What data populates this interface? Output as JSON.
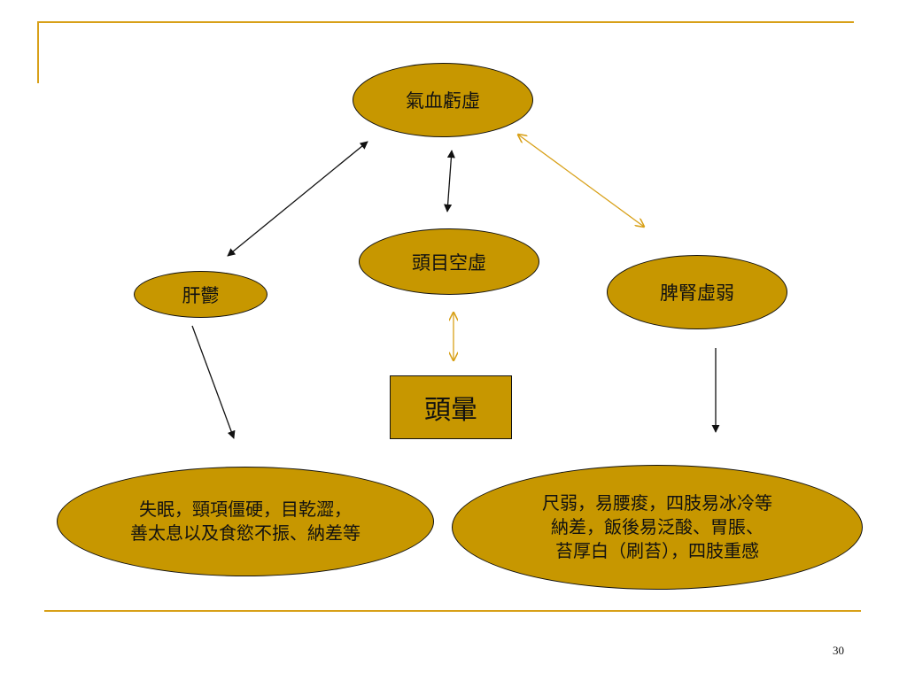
{
  "colors": {
    "accent": "#d8a018",
    "node_fill": "#c79700",
    "outline": "#111111"
  },
  "nodes": {
    "qixue": "氣血虧虛",
    "ganyu": "肝鬱",
    "toumu": "頭目空虛",
    "pishen": "脾腎虛弱",
    "touyun": "頭暈",
    "symptoms_left": [
      "失眠，頸項僵硬，目乾澀，",
      "善太息以及食慾不振、納差等"
    ],
    "symptoms_right": [
      "尺弱，易腰痠，四肢易冰冷等",
      "納差，飯後易泛酸、胃脹、",
      "苔厚白（刷苔），四肢重感"
    ]
  },
  "page_number": "30"
}
